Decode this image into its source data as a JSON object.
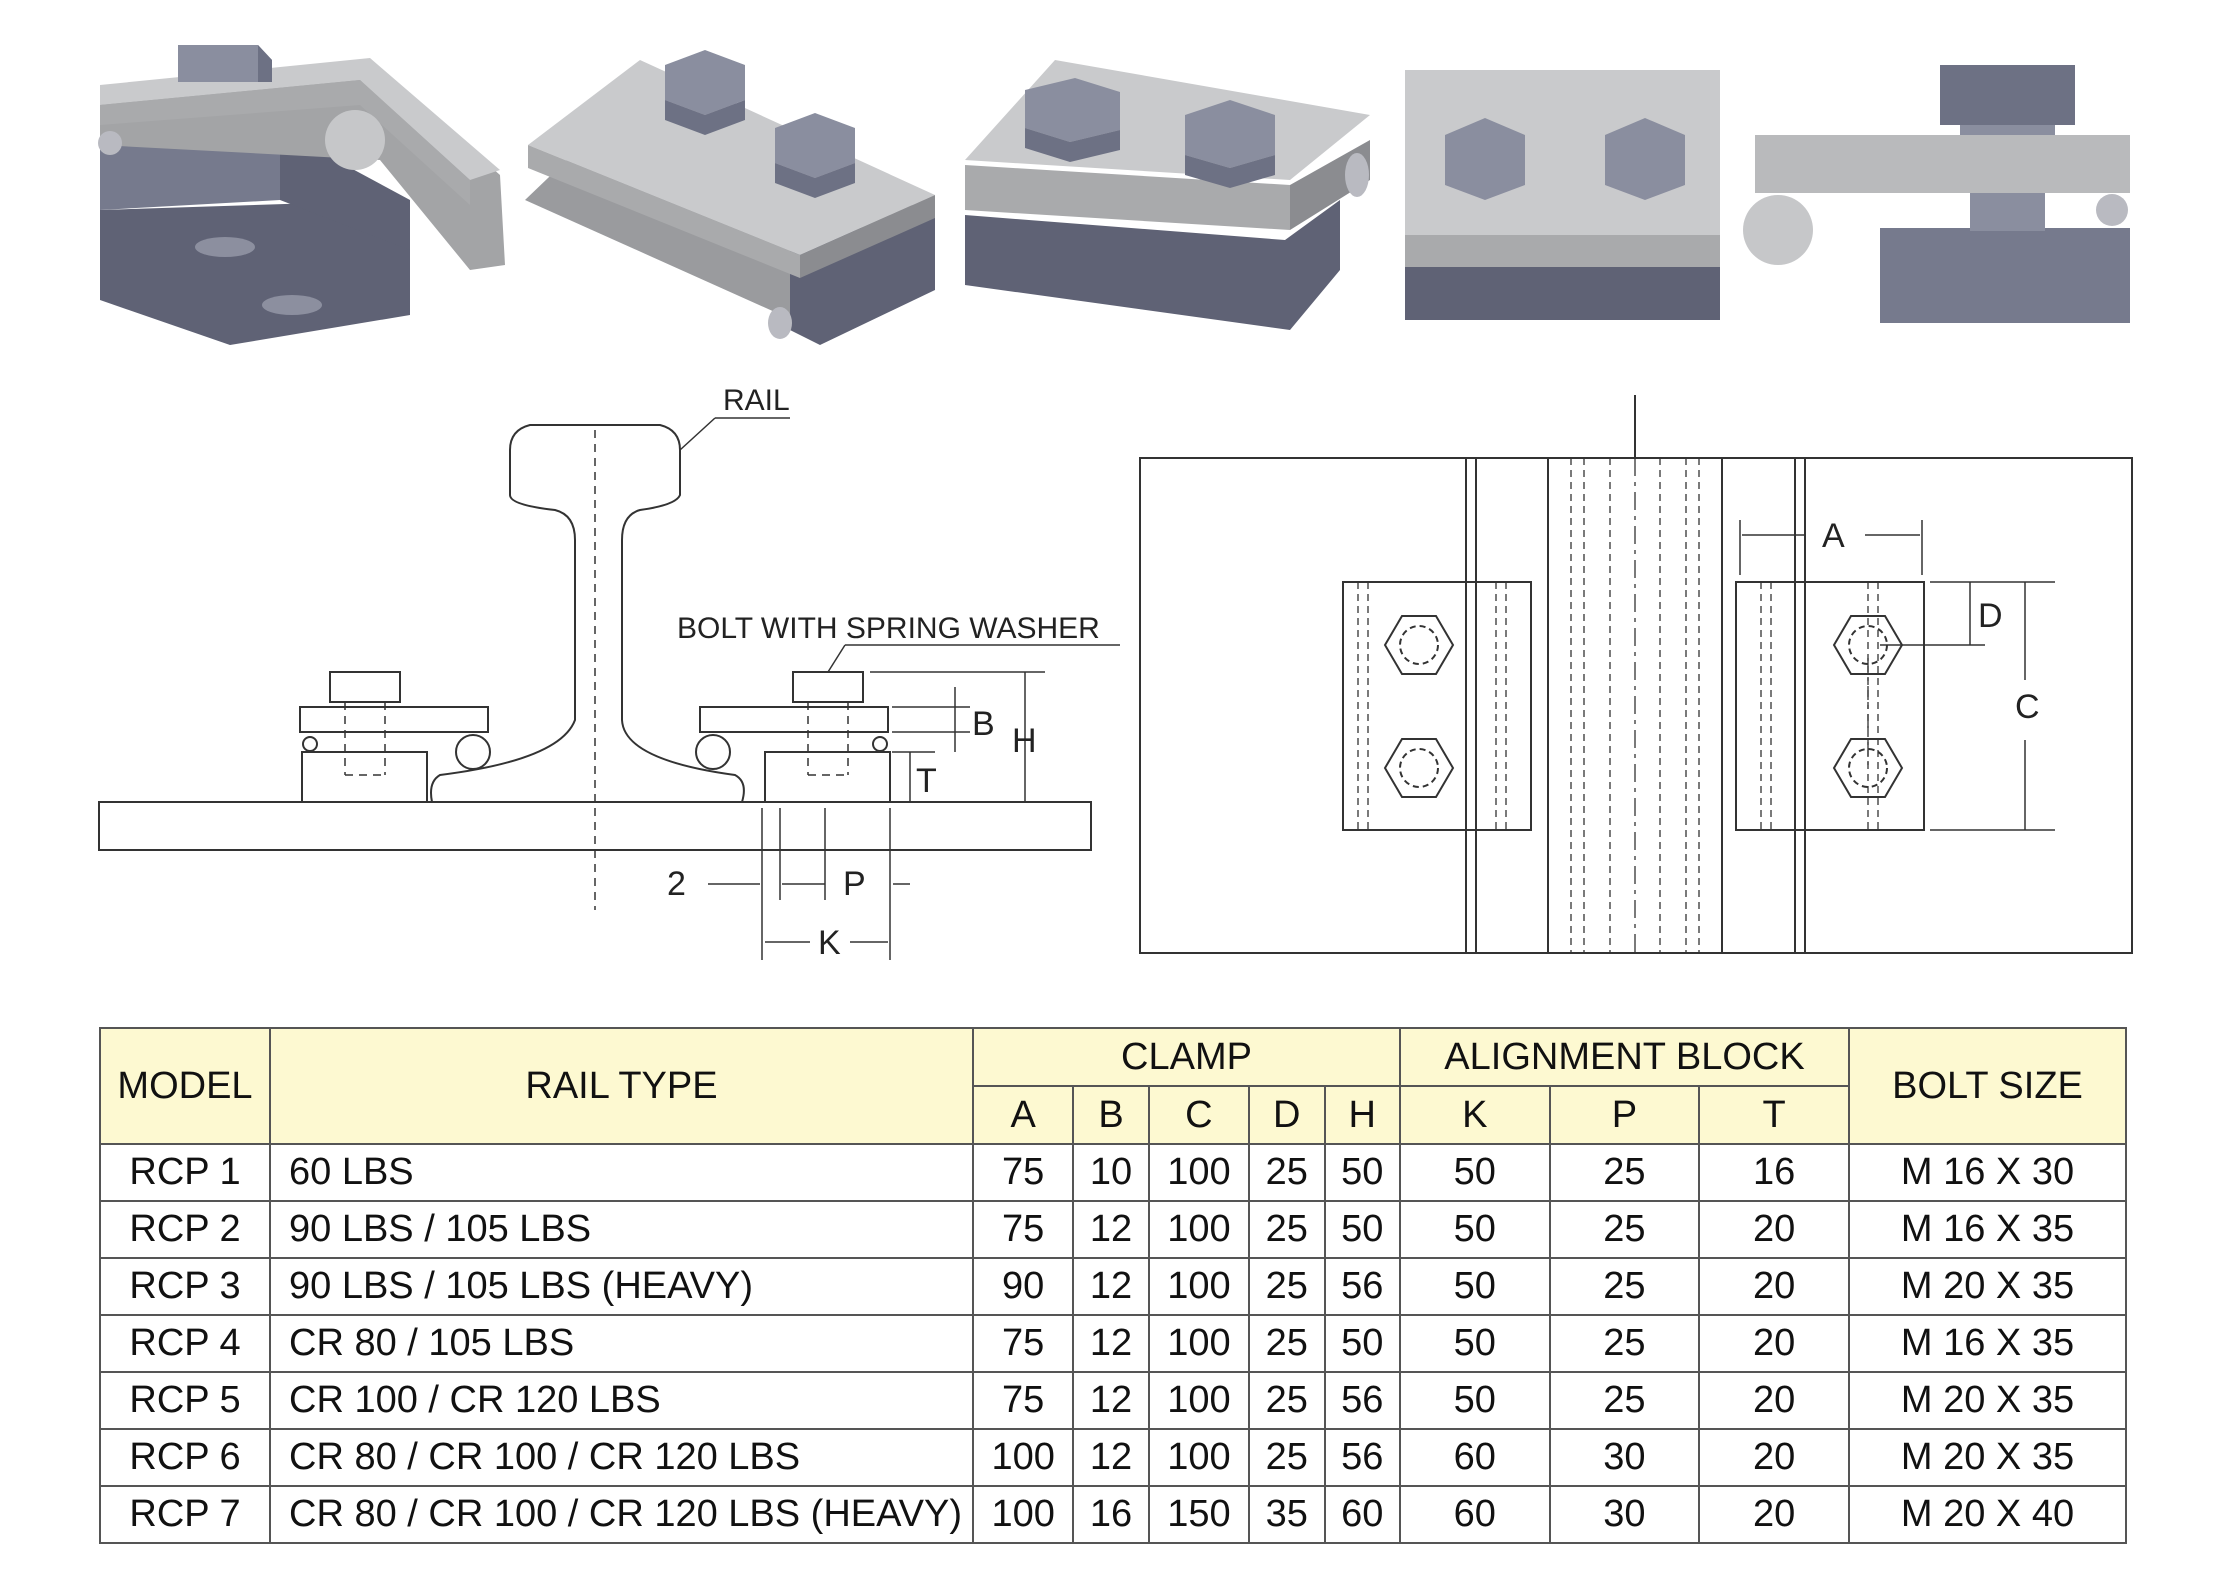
{
  "labels": {
    "rail": "RAIL",
    "bolt_washer": "BOLT WITH SPRING WASHER",
    "dim_b": "B",
    "dim_h": "H",
    "dim_t": "T",
    "dim_2": "2",
    "dim_p": "P",
    "dim_k": "K",
    "dim_a": "A",
    "dim_d": "D",
    "dim_c": "C"
  },
  "colors": {
    "plate_top": "#c9cacc",
    "plate_side": "#a9aaac",
    "block_dark": "#5f6275",
    "block_mid": "#767a8d",
    "bolt": "#8a8e9f",
    "header_bg": "#fdf9d1"
  },
  "table": {
    "headers": {
      "model": "MODEL",
      "rail_type": "RAIL TYPE",
      "clamp": "CLAMP",
      "alignment_block": "ALIGNMENT BLOCK",
      "bolt_size": "BOLT SIZE",
      "clamp_cols": [
        "A",
        "B",
        "C",
        "D",
        "H"
      ],
      "block_cols": [
        "K",
        "P",
        "T"
      ]
    },
    "rows": [
      [
        "RCP 1",
        "60 LBS",
        "75",
        "10",
        "100",
        "25",
        "50",
        "50",
        "25",
        "16",
        "M 16 X 30"
      ],
      [
        "RCP 2",
        "90 LBS /  105 LBS",
        "75",
        "12",
        "100",
        "25",
        "50",
        "50",
        "25",
        "20",
        "M 16 X 35"
      ],
      [
        "RCP 3",
        "90 LBS /  105 LBS (HEAVY)",
        "90",
        "12",
        "100",
        "25",
        "56",
        "50",
        "25",
        "20",
        "M 20 X 35"
      ],
      [
        "RCP 4",
        "CR 80 / 105 LBS",
        "75",
        "12",
        "100",
        "25",
        "50",
        "50",
        "25",
        "20",
        "M 16 X 35"
      ],
      [
        "RCP 5",
        "CR 100 / CR 120 LBS",
        "75",
        "12",
        "100",
        "25",
        "56",
        "50",
        "25",
        "20",
        "M 20 X 35"
      ],
      [
        "RCP 6",
        "CR 80 / CR 100 / CR 120 LBS",
        "100",
        "12",
        "100",
        "25",
        "56",
        "60",
        "30",
        "20",
        "M 20 X 35"
      ],
      [
        "RCP 7",
        "CR 80 / CR 100 / CR 120 LBS (HEAVY)",
        "100",
        "16",
        "150",
        "35",
        "60",
        "60",
        "30",
        "20",
        "M 20 X 40"
      ]
    ]
  }
}
